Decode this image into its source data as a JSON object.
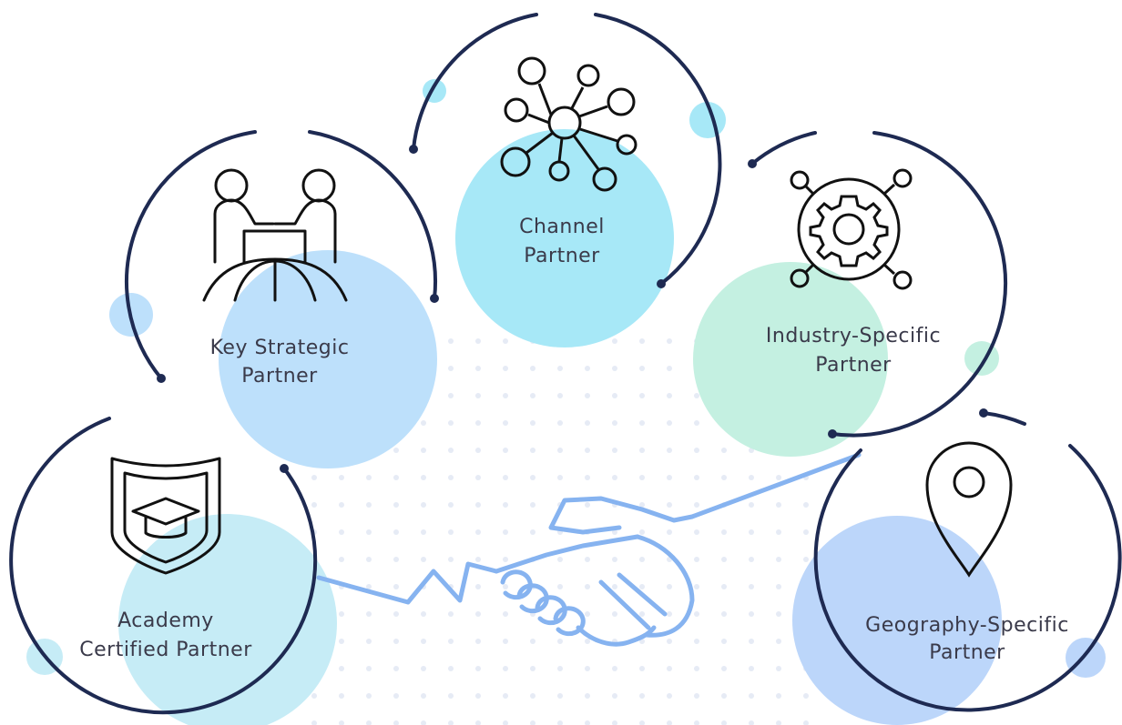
{
  "partners": [
    {
      "id": "channel",
      "line1": "Channel",
      "line2": "Partner",
      "icon": "network-icon",
      "blob_color": "#a7e8f7"
    },
    {
      "id": "key-strategic",
      "line1": "Key Strategic",
      "line2": "Partner",
      "icon": "handshake-globe-icon",
      "blob_color": "#bde0fb"
    },
    {
      "id": "industry-specific",
      "line1": "Industry-Specific",
      "line2": "Partner",
      "icon": "gear-network-icon",
      "blob_color": "#c4f0e1"
    },
    {
      "id": "academy-certified",
      "line1": "Academy",
      "line2": "Certified Partner",
      "icon": "shield-graduation-cap-icon",
      "blob_color": "#c6ecf6"
    },
    {
      "id": "geography-specific",
      "line1": "Geography-Specific",
      "line2": "Partner",
      "icon": "location-pin-icon",
      "blob_color": "#bcd6fa"
    }
  ],
  "colors": {
    "ring": "#1e2a52",
    "icon": "#111111",
    "handshake": "#86b3f0",
    "dots": "#e6ebf5",
    "text": "#3a3a4a"
  },
  "center_graphic": "handshake-icon"
}
